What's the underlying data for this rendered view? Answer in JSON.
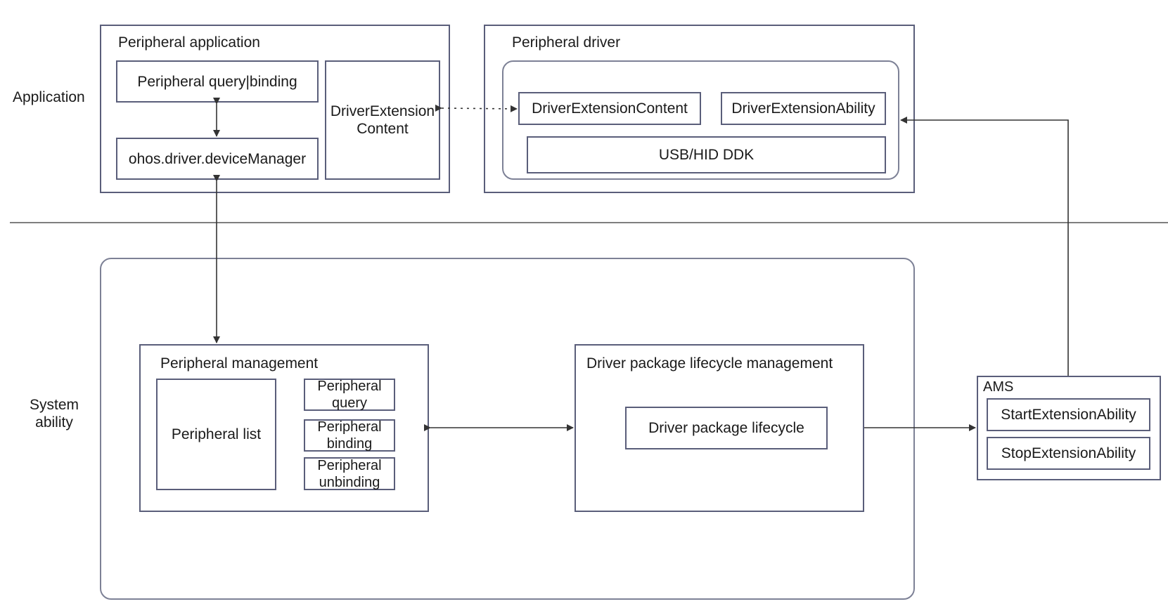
{
  "layers": {
    "application": "Application",
    "system_ability": "System\nability"
  },
  "peripheral_application": {
    "title": "Peripheral application",
    "query_binding": "Peripheral query|binding",
    "device_manager": "ohos.driver.deviceManager",
    "extension_content": "DriverExtension\nContent"
  },
  "peripheral_driver": {
    "title": "Peripheral driver",
    "extension_content": "DriverExtensionContent",
    "extension_ability": "DriverExtensionAbility",
    "ddk": "USB/HID DDK"
  },
  "peripheral_management": {
    "title": "Peripheral management",
    "list": "Peripheral list",
    "query": "Peripheral\nquery",
    "binding": "Peripheral\nbinding",
    "unbinding": "Peripheral\nunbinding"
  },
  "driver_lifecycle": {
    "title": "Driver package lifecycle management",
    "inner": "Driver package lifecycle"
  },
  "ams": {
    "title": "AMS",
    "start": "StartExtensionAbility",
    "stop": "StopExtensionAbility"
  },
  "colors": {
    "box_border": "#5a5e7a",
    "line": "#333333"
  }
}
